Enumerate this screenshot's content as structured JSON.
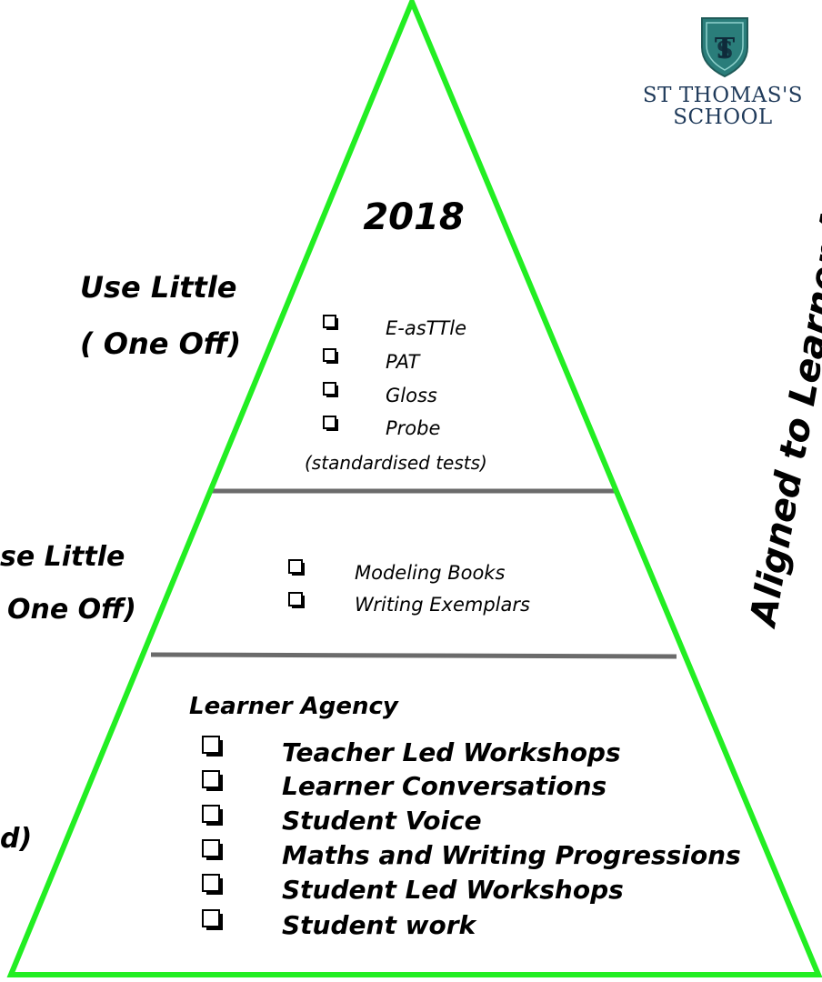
{
  "colors": {
    "triangle_outline": "#22ee22",
    "divider": "#6b6b6b",
    "text": "#000000",
    "logo_shield": "#2a7d7a",
    "logo_text": "#1f3a5a"
  },
  "logo": {
    "icon": "shield-crest-icon",
    "line1": "ST THOMAS'S",
    "line2": "SCHOOL"
  },
  "year": "2018",
  "side_label": "Aligned to Learner Agency",
  "left_labels": {
    "top": {
      "line1": "Use Little",
      "line2": "( One Off)"
    },
    "middle": {
      "line1": "se Little",
      "line2": "One Off)"
    },
    "bottom": {
      "line1": "d)"
    }
  },
  "top_section": {
    "items": [
      "E-asTTle",
      "PAT",
      "Gloss",
      "Probe"
    ],
    "note": "(standardised tests)"
  },
  "middle_section": {
    "items": [
      "Modeling  Books",
      "Writing Exemplars"
    ]
  },
  "bottom_section": {
    "heading": "Learner Agency",
    "items": [
      "Teacher Led Workshops",
      "Learner Conversations",
      "Student Voice",
      "Maths and Writing Progressions",
      "Student Led Workshops",
      "Student work"
    ]
  }
}
